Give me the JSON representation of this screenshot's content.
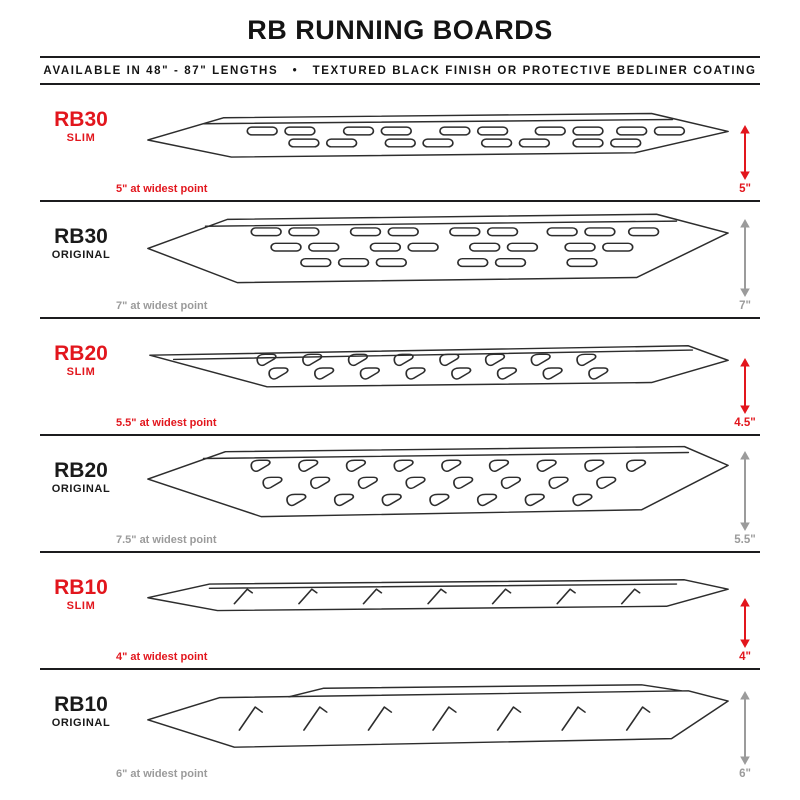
{
  "header": {
    "title": "RB RUNNING BOARDS",
    "subtitle": "AVAILABLE IN 48\" - 87\" LENGTHS   •   TEXTURED BLACK FINISH OR PROTECTIVE BEDLINER COATING"
  },
  "colors": {
    "red": "#e2161d",
    "gray": "#9b9b9b",
    "black": "#1a1a1a",
    "line": "#1c1c1e",
    "stroke": "#2d2d2d"
  },
  "rows": [
    {
      "model": "RB30",
      "variant": "SLIM",
      "width_note": "5\" at widest point",
      "side_measure": "5\"",
      "board": "rb30-slim"
    },
    {
      "model": "RB30",
      "variant": "ORIGINAL",
      "width_note": "7\" at widest point",
      "side_measure": "7\"",
      "board": "rb30-original"
    },
    {
      "model": "RB20",
      "variant": "SLIM",
      "width_note": "5.5\" at widest point",
      "side_measure": "4.5\"",
      "board": "rb20-slim"
    },
    {
      "model": "RB20",
      "variant": "ORIGINAL",
      "width_note": "7.5\" at widest point",
      "side_measure": "5.5\"",
      "board": "rb20-original"
    },
    {
      "model": "RB10",
      "variant": "SLIM",
      "width_note": "4\" at widest point",
      "side_measure": "4\"",
      "board": "rb10-slim"
    },
    {
      "model": "RB10",
      "variant": "ORIGINAL",
      "width_note": "6\" at widest point",
      "side_measure": "6\"",
      "board": "rb10-original"
    }
  ]
}
